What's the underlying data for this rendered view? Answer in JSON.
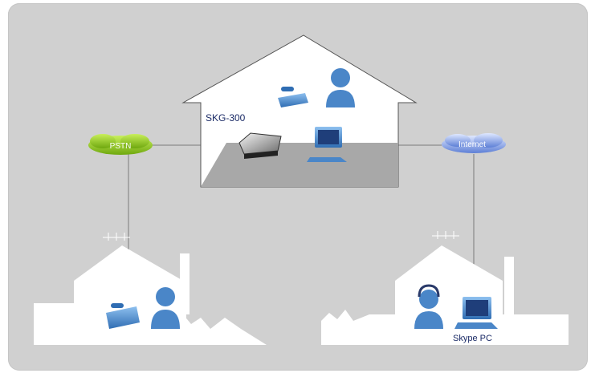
{
  "labels": {
    "pstn": "PSTN",
    "internet": "Internet",
    "gateway": "SKG-300",
    "skype_pc": "Skype PC"
  },
  "colors": {
    "background_panel": "#d0d0d0",
    "house_fill": "#ffffff",
    "floor_shadow": "#a8a8a8",
    "pstn_cloud": "#9dd12a",
    "internet_cloud": "#8fa7e8",
    "device_blue": "#4a86c8",
    "connector_line": "#7a7a7a",
    "label_text": "#1a2a66"
  },
  "icons": [
    "house-icon",
    "cloud-icon",
    "phone-icon",
    "person-icon",
    "computer-icon",
    "gateway-device-icon",
    "antenna-icon",
    "headset-person-icon"
  ]
}
